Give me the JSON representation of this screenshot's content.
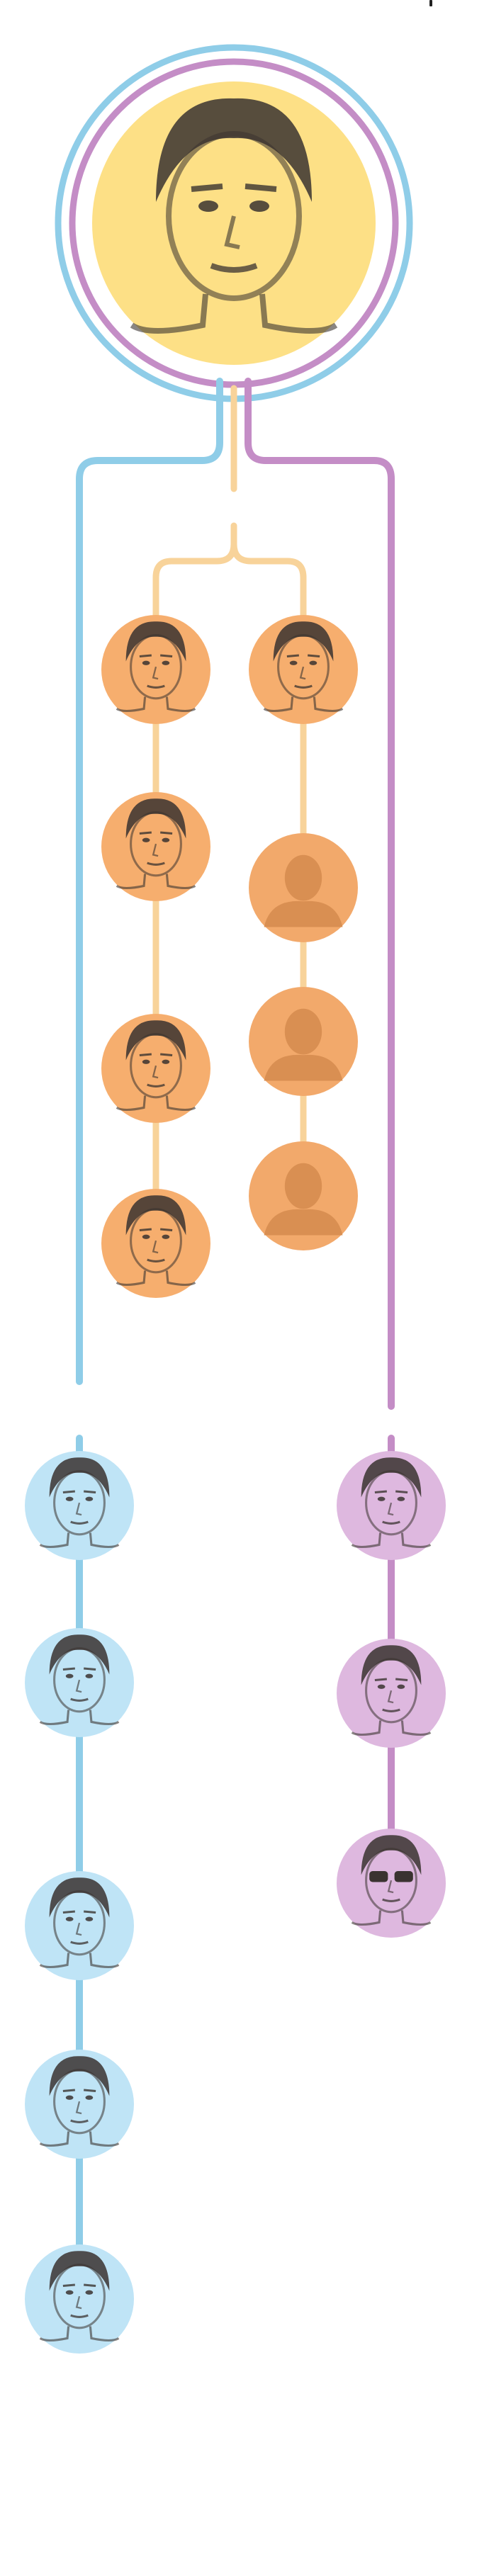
{
  "colors": {
    "background": "#ffffff",
    "blue": "#8fcde8",
    "purple": "#c48dc6",
    "orange": "#f8d39a",
    "yellow_fill": "#fde086",
    "blue_fill": "#bfe4f6",
    "purple_fill": "#deb8df",
    "orange_fill": "#f6ae6e",
    "silhouette_fill": "#f2a96b",
    "silhouette_shape": "#d98f52",
    "portrait_ink": "#3a3330"
  },
  "root": {
    "kind": "portrait",
    "icon": "person-portrait-icon",
    "tint": "yellow"
  },
  "center_group": {
    "columns": [
      {
        "nodes": [
          {
            "kind": "portrait",
            "icon": "person-portrait-icon",
            "tint": "orange"
          },
          {
            "kind": "portrait",
            "icon": "person-portrait-icon",
            "tint": "orange"
          },
          {
            "kind": "portrait",
            "icon": "person-portrait-icon",
            "tint": "orange"
          },
          {
            "kind": "portrait",
            "icon": "person-portrait-icon",
            "tint": "orange"
          }
        ]
      },
      {
        "nodes": [
          {
            "kind": "portrait",
            "icon": "person-portrait-icon",
            "tint": "orange"
          },
          {
            "kind": "silhouette",
            "icon": "person-silhouette-icon",
            "tint": "orange"
          },
          {
            "kind": "silhouette",
            "icon": "person-silhouette-icon",
            "tint": "orange"
          },
          {
            "kind": "silhouette",
            "icon": "person-silhouette-icon",
            "tint": "orange"
          }
        ]
      }
    ]
  },
  "left_branch": {
    "tint": "blue",
    "nodes": [
      {
        "kind": "portrait",
        "icon": "person-portrait-icon",
        "tint": "blue"
      },
      {
        "kind": "portrait",
        "icon": "person-portrait-icon",
        "tint": "blue"
      },
      {
        "kind": "portrait",
        "icon": "person-portrait-icon",
        "tint": "blue"
      },
      {
        "kind": "portrait",
        "icon": "person-portrait-icon",
        "tint": "blue"
      },
      {
        "kind": "portrait",
        "icon": "person-portrait-icon",
        "tint": "blue"
      }
    ]
  },
  "right_branch": {
    "tint": "purple",
    "nodes": [
      {
        "kind": "portrait",
        "icon": "person-portrait-icon",
        "tint": "purple"
      },
      {
        "kind": "portrait",
        "icon": "person-portrait-icon",
        "tint": "purple"
      },
      {
        "kind": "portrait",
        "icon": "sunglasses-portrait-icon",
        "tint": "purple"
      }
    ]
  }
}
